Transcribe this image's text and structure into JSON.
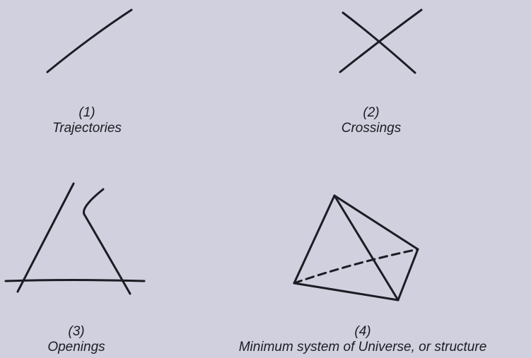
{
  "figures": [
    {
      "number": "(1)",
      "label": "Trajectories"
    },
    {
      "number": "(2)",
      "label": "Crossings"
    },
    {
      "number": "(3)",
      "label": "Openings"
    },
    {
      "number": "(4)",
      "label": "Minimum system of Universe, or structure"
    }
  ],
  "colors": {
    "background": "#d1d0de",
    "ink": "#1c1c24"
  }
}
